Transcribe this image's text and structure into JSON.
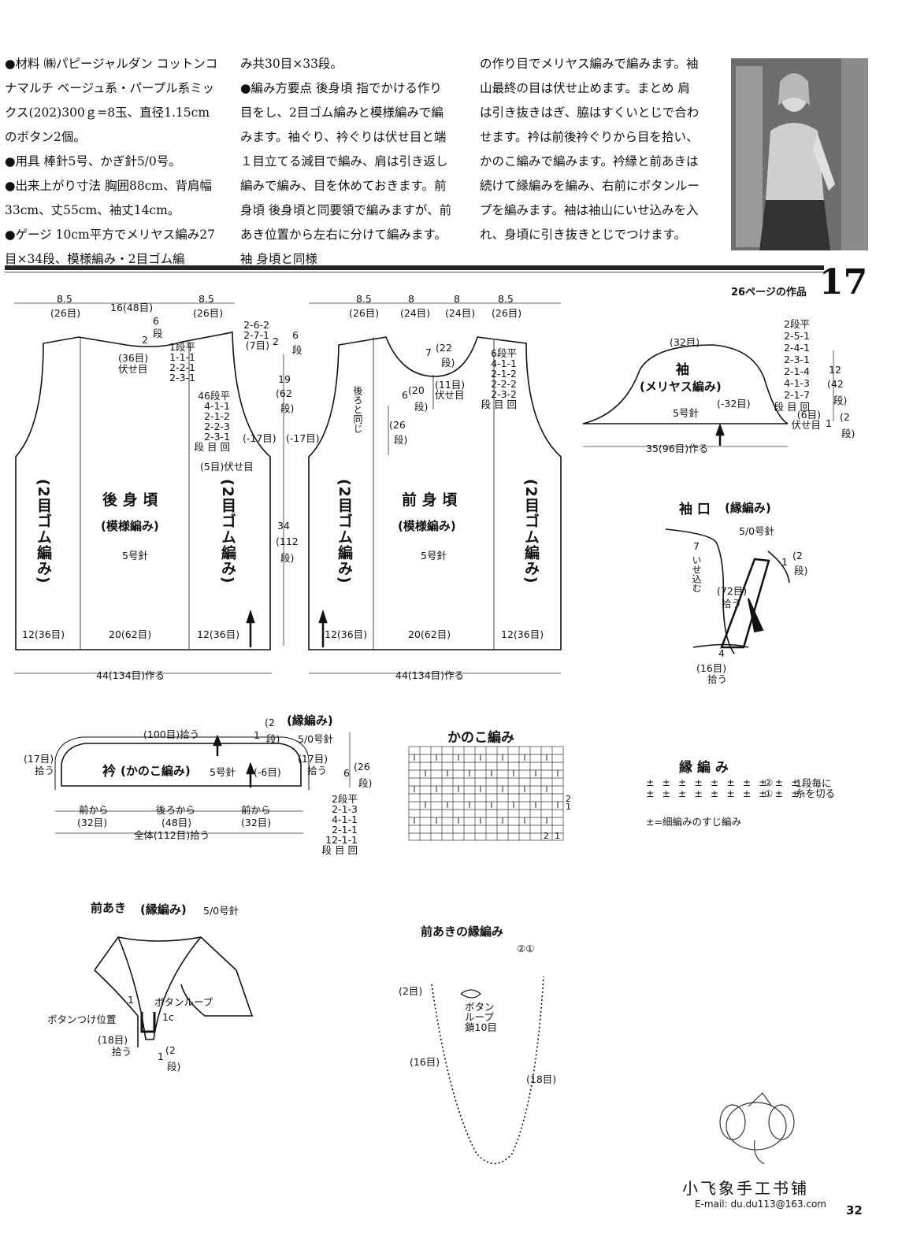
{
  "instructions": {
    "col1": "●材料 ㈱パピージャルダン コットンコナマルチ ベージュ系・パープル系ミックス(202)300ｇ=8玉、直径1.15cmのボタン2個。\n●用具 棒針5号、かぎ針5/0号。\n●出来上がり寸法 胸囲88cm、背肩幅33cm、丈55cm、袖丈14cm。\n●ゲージ 10cm平方でメリヤス編み27目×34段、模様編み・2目ゴム編",
    "col2": "み共30目×33段。\n●編み方要点 後身頃 指でかける作り目をし、2目ゴム編みと模様編みで編みます。袖ぐり、衿ぐりは伏せ目と端１目立てる減目で編み、肩は引き返し編みで編み、目を休めておきます。前身頃 後身頃と同要領で編みますが、前あき位置から左右に分けて編みます。袖 身頃と同様",
    "col3": "の作り目でメリヤス編みで編みます。袖山最終の目は伏せ止めます。まとめ 肩は引き抜きはぎ、脇はすくいとじで合わせます。衿は前後衿ぐりから目を拾い、かのこ編みで編みます。衿縁と前あきは続けて縁編みを編み、右前にボタンループを編みます。袖は袖山にいせ込みを入れ、身頃に引き抜きとじでつけます。"
  },
  "header": {
    "page_ref": "26ページの作品",
    "number": "17"
  },
  "back": {
    "title": "後 身 頃",
    "pattern": "(模様編み)",
    "needle": "5号針",
    "rib": "(2目ゴム編み)",
    "top_dims": [
      "8.5",
      "(26目)",
      "16(48目)",
      "8.5",
      "(26目)"
    ],
    "neck": [
      "6",
      "段",
      "2",
      "(36目)",
      "伏せ目"
    ],
    "neck_dec": "1段平\n1-1-1\n2-2-1\n2-3-1",
    "shoulder": "2-6-2\n2-7-1\n(7目)",
    "shoulder_h": [
      "2",
      "6",
      "段"
    ],
    "arm_dec": "46段平\n4-1-1\n2-1-2\n2-2-3\n2-3-1\n段 目 回",
    "bind": "(5目)伏せ目",
    "h1": [
      "19",
      "(62",
      "段)"
    ],
    "widths": [
      "(-17目)",
      "(-17目)"
    ],
    "h2": [
      "34",
      "(112",
      "段)"
    ],
    "bottom": [
      "12(36目)",
      "20(62目)",
      "12(36目)"
    ],
    "total": "44(134目)作る"
  },
  "front": {
    "title": "前 身 頃",
    "pattern": "(模様編み)",
    "needle": "5号針",
    "rib": "(2目ゴム編み)",
    "top_dims": [
      "8.5",
      "(26目)",
      "8",
      "(24目)",
      "8",
      "(24目)",
      "8.5",
      "(26目)"
    ],
    "neck_h": [
      "7",
      "(22",
      "段)"
    ],
    "opening": [
      "6",
      "(20",
      "段)"
    ],
    "center": "(11目)\n伏せ目",
    "neck_dec": "6段平\n4-1-1\n2-1-2\n2-2-2\n2-3-2\n段 目 回",
    "same": "後ろと同じ",
    "open_h": [
      "(26",
      "段)"
    ],
    "bottom": [
      "12(36目)",
      "20(62目)",
      "12(36目)"
    ],
    "total": "44(134目)作る"
  },
  "sleeve": {
    "title": "袖",
    "pattern": "(メリヤス編み)",
    "needle": "5号針",
    "top": "(32目)",
    "dec": "2段平\n2-5-1\n2-4-1\n2-3-1\n2-1-4\n4-1-3\n2-1-7\n段 目 回",
    "reduce": "(-32目)",
    "bind": "(6目)\n伏せ目",
    "h": [
      "12",
      "(42",
      "段)"
    ],
    "h2": [
      "1",
      "(2",
      "段)"
    ],
    "total": "35(96目)作る"
  },
  "cuff": {
    "title": "袖 口",
    "sub": "(縁編み)",
    "needle": "5/0号針",
    "ise": "いせ込む",
    "n7": "7",
    "pick": [
      "(72目)",
      "拾う"
    ],
    "bot": [
      "4",
      "(16目)",
      "拾う"
    ],
    "h": [
      "1",
      "(2",
      "段)"
    ]
  },
  "collar": {
    "title": "衿",
    "pattern": "(かのこ編み)",
    "needle": "5号針",
    "edge": "(縁編み)",
    "edge_needle": "5/0号針",
    "pick": "(100目)拾う",
    "edge_h": [
      "1",
      "(2",
      "段)"
    ],
    "side": [
      "(17目)",
      "拾う"
    ],
    "dec": "(-6目)",
    "h": [
      "6",
      "(26",
      "段)"
    ],
    "dec_table": "2段平\n2-1-3\n4-1-1\n2-1-1\n12-1-1\n段 目 回",
    "bottom": [
      "前から",
      "(32目)",
      "後ろから",
      "(48目)",
      "前から",
      "(32目)"
    ],
    "total": "全体(112目)拾う"
  },
  "kanoko": {
    "title": "かのこ編み",
    "marks": [
      "2",
      "1",
      "2",
      "1"
    ]
  },
  "edging": {
    "title": "縁 編 み",
    "rows": [
      "②",
      "①"
    ],
    "note": "1段毎に\n糸を切る",
    "legend": "±=細編みのすじ編み"
  },
  "placket": {
    "title": "前あき",
    "sub": "(縁編み)",
    "needle": "5/0号針",
    "loop": "ボタンループ",
    "button": "ボタンつけ位置",
    "marks": [
      "1",
      "1c"
    ],
    "pick": [
      "(18目)",
      "拾う"
    ],
    "h": [
      "1",
      "(2",
      "段)"
    ]
  },
  "placket_edge": {
    "title": "前あきの縁編み",
    "rows": "②①",
    "labels": [
      "(2目)",
      "(16目)",
      "(18目)"
    ],
    "loop": "ボタン\nループ\n鎖10目"
  },
  "footer": {
    "shop": "小飞象手工书铺",
    "email": "E-mail: du.du113@163.com",
    "page": "32"
  }
}
